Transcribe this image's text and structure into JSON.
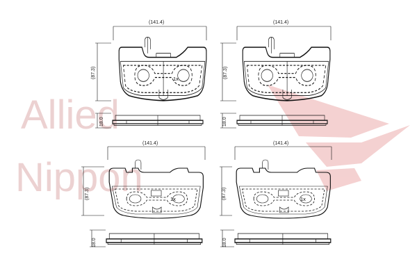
{
  "watermark": {
    "line1": "Allied",
    "line2": "Nippon",
    "colors": {
      "text": "#e9c9c9",
      "arrow": "#f3c9c9"
    }
  },
  "dimensions": {
    "width": "(141.4)",
    "height": "(87.3)",
    "thickness": "18.0"
  },
  "callout": "1x",
  "views": [
    {
      "name": "pad-top-left"
    },
    {
      "name": "pad-top-right"
    },
    {
      "name": "pad-bottom-left"
    },
    {
      "name": "pad-bottom-right"
    }
  ]
}
